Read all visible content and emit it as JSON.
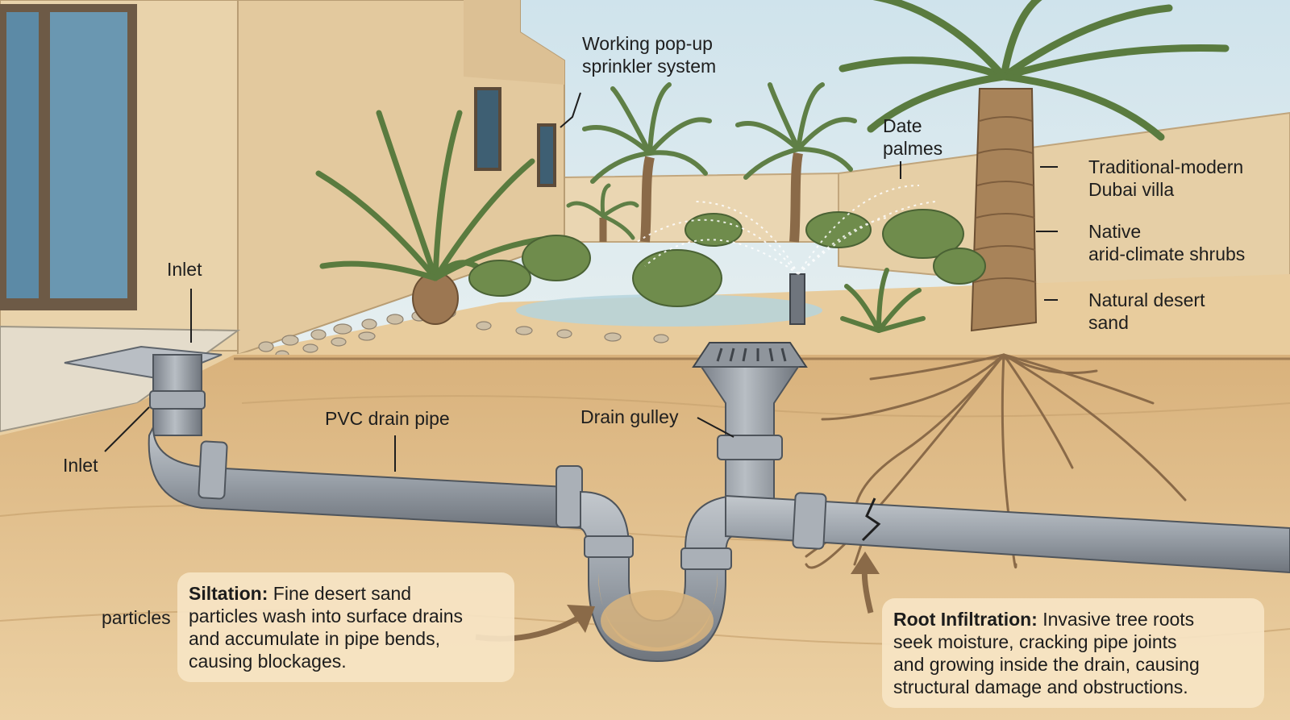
{
  "labels": {
    "sprinkler": [
      "Working pop-up",
      "sprinkler system"
    ],
    "date_palms": [
      "Date",
      "palmes"
    ],
    "villa": [
      "Traditional-modern",
      "Dubai villa"
    ],
    "shrubs": [
      "Native",
      "arid-climate shrubs"
    ],
    "sand": [
      "Natural desert",
      "sand"
    ],
    "inlet_top": "Inlet",
    "inlet_bottom": "Inlet",
    "pvc_pipe": "PVC drain pipe",
    "gulley": "Drain gulley",
    "particles": "particles"
  },
  "callouts": {
    "siltation": {
      "title": "Siltation:",
      "lines": [
        "Fine desert sand",
        "particles wash into surface drains",
        "and accumulate in pipe bends,",
        "causing blockages."
      ]
    },
    "root": {
      "title": "Root Infiltration:",
      "lines": [
        "Invasive tree roots",
        "seek moisture, cracking pipe joints",
        "and growing inside the drain, causing",
        "structural damage and obstructions."
      ]
    }
  },
  "colors": {
    "sky": "#d7e8ef",
    "wall": "#e8d1aa",
    "sand": "#e7c999",
    "soil": "#dcb886",
    "pipe": "#9ea4ab",
    "foliage": "#6f8c4c",
    "arrow": "#8a6a48"
  }
}
